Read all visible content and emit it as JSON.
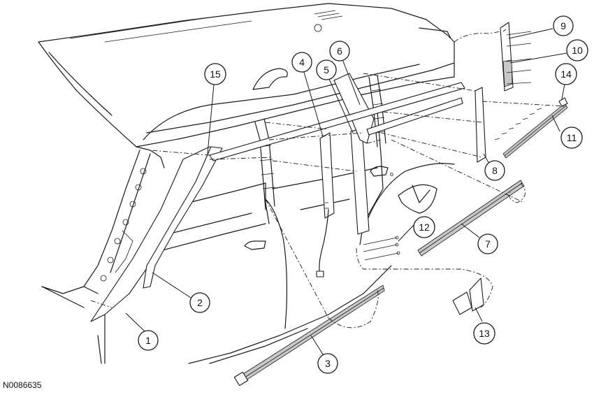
{
  "figure_code": "N0086635",
  "callouts": [
    "1",
    "2",
    "3",
    "4",
    "5",
    "6",
    "7",
    "8",
    "9",
    "10",
    "11",
    "12",
    "13",
    "14",
    "15"
  ]
}
